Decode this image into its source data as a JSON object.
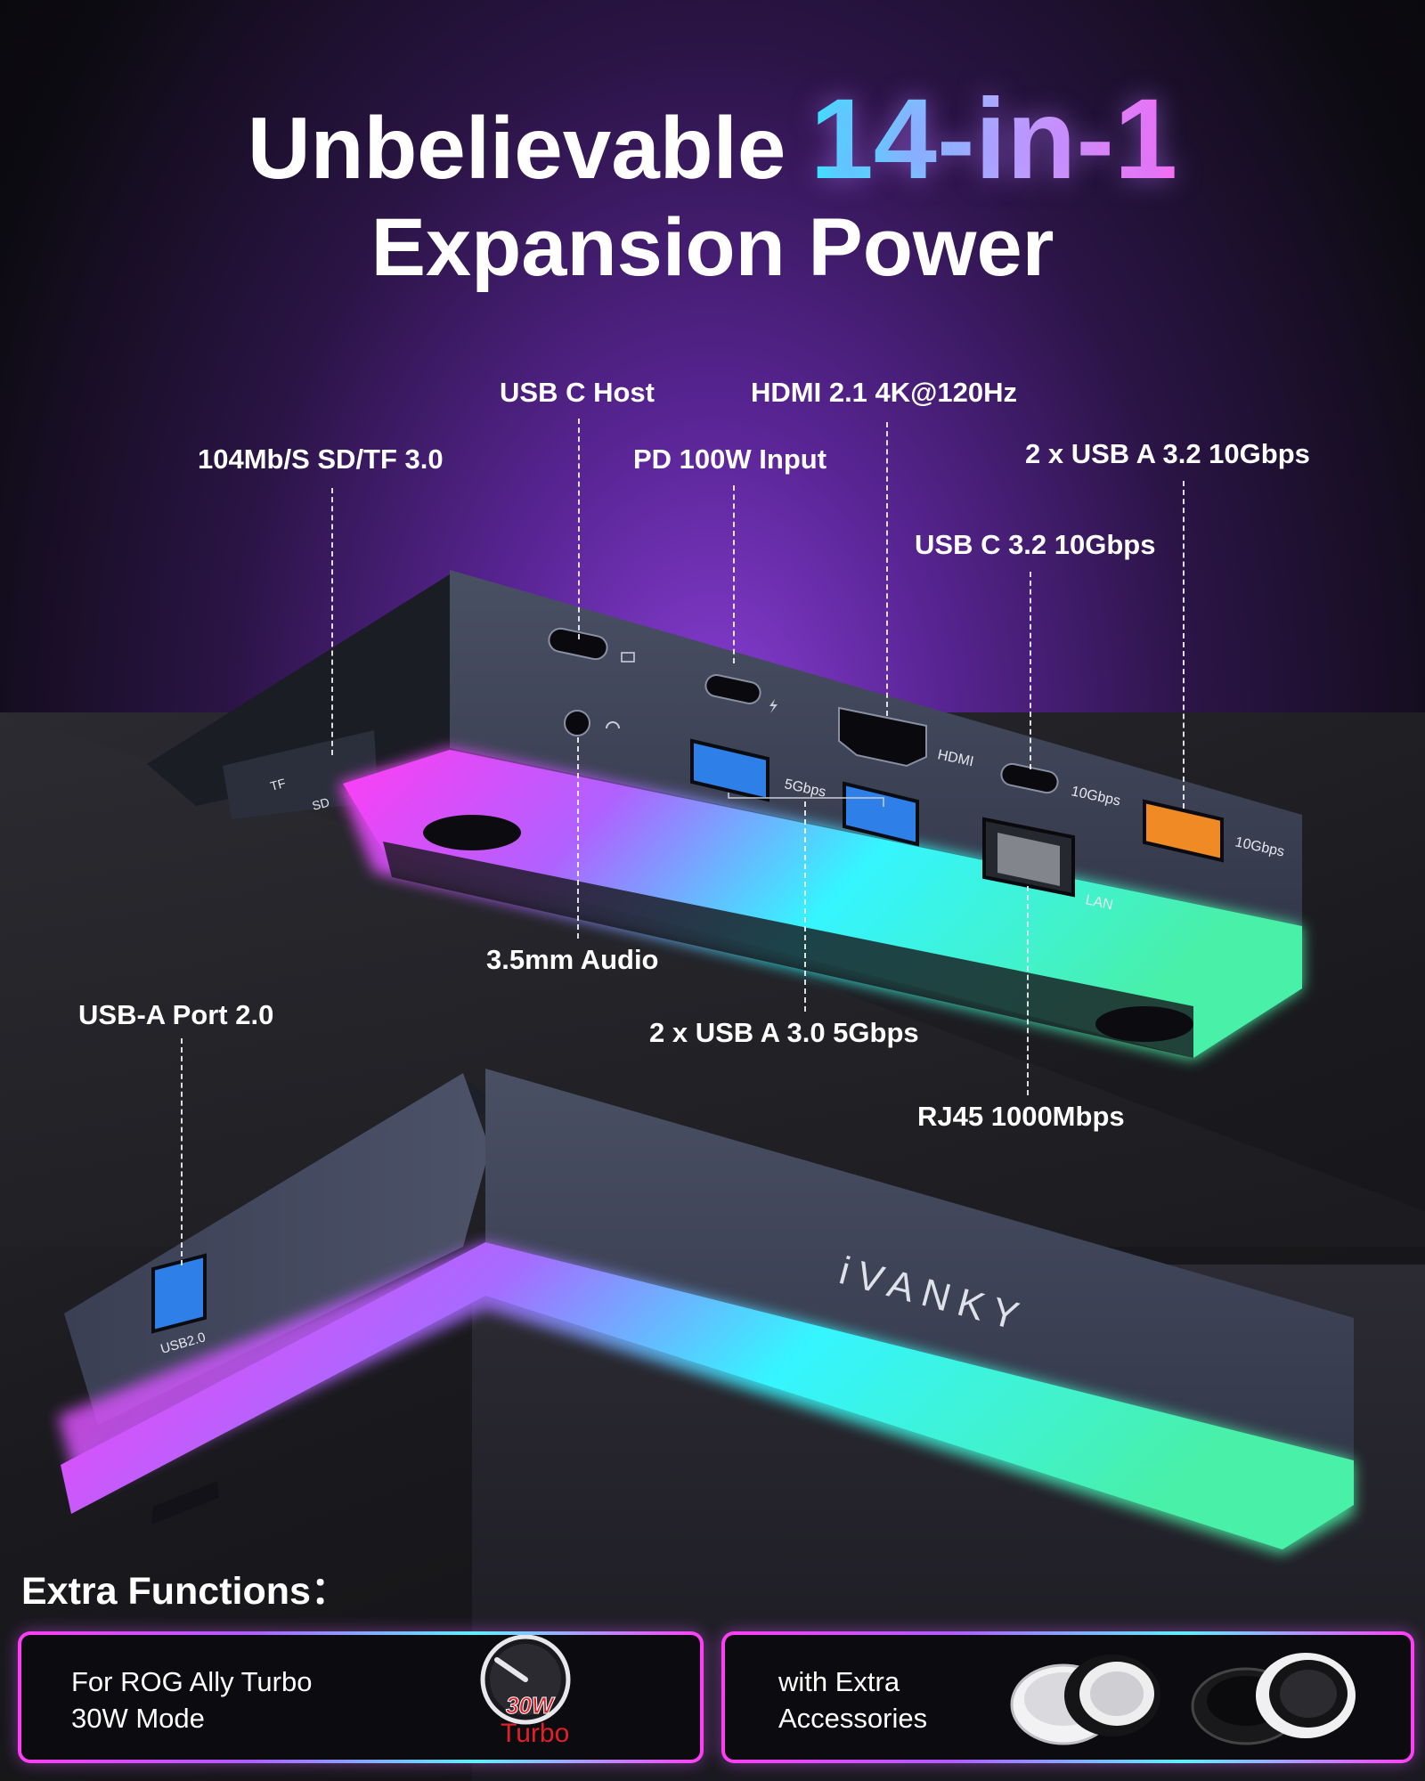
{
  "title": {
    "line1_prefix": "Unbelievable",
    "line1_accent": "14-in-1",
    "line2": "Expansion Power"
  },
  "callouts": {
    "usb_c_host": "USB C Host",
    "hdmi": "HDMI 2.1 4K@120Hz",
    "sd_tf": "104Mb/S SD/TF 3.0",
    "pd_input": "PD 100W Input",
    "usb_a_32": "2 x USB A 3.2 10Gbps",
    "usb_c_32": "USB C 3.2 10Gbps",
    "audio": "3.5mm Audio",
    "usb_a_20": "USB-A Port 2.0",
    "usb_a_30": "2 x USB A 3.0 5Gbps",
    "rj45": "RJ45 1000Mbps"
  },
  "port_labels": {
    "tf": "TF",
    "sd": "SD",
    "five_gbps": "5Gbps",
    "hdmi": "HDMI",
    "ten_gbps_c": "10Gbps",
    "ten_gbps_a": "10Gbps",
    "lan": "LAN",
    "usb2": "USB2.0"
  },
  "brand": "iVANKY",
  "extra": {
    "heading": "Extra Functions：",
    "card1": {
      "line1": "For ROG Ally Turbo",
      "line2": "30W Mode",
      "badge_value": "30W",
      "badge_label": "Turbo"
    },
    "card2": {
      "line1": "with Extra",
      "line2": "Accessories"
    }
  },
  "colors": {
    "glow_pink": "#ff3df5",
    "glow_cyan": "#35f5ff",
    "glow_green": "#49f0a8",
    "device_body": "#3c4154",
    "accent_orange": "#f08a24",
    "usb3_blue": "#2f7fe8",
    "turbo_red": "#e3202a"
  }
}
